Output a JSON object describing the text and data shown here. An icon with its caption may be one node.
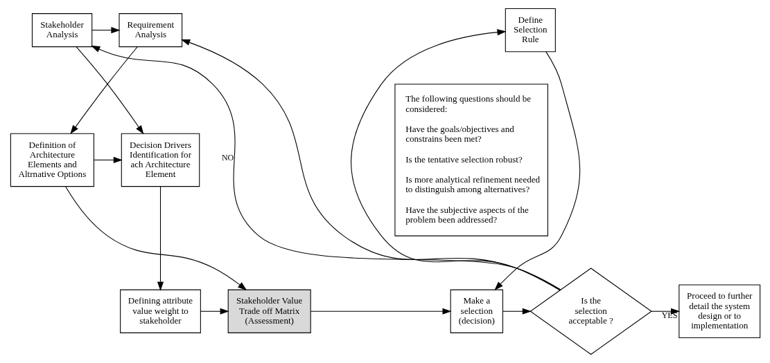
{
  "diagram": {
    "nodes": [
      {
        "text": [
          "Stakeholder Analysis"
        ]
      },
      {
        "text": [
          "Requirement Analysis"
        ]
      },
      {
        "text": [
          "Define Selection Rule"
        ]
      },
      {
        "text": [
          "Decision Drivers Identification for ach Architecture Element"
        ]
      },
      {
        "text": [
          "Definition of Architecture Elements and Altrnative Options"
        ]
      },
      {
        "text": [
          "Defining attribute value weight to stakeholder"
        ]
      },
      {
        "text": [
          "Stakeholder Value Trade off Matrix (Assessment)"
        ]
      },
      {
        "text": [
          "Make a selection (decision)"
        ]
      },
      {
        "text": [
          "Is the selection acceptable ?"
        ]
      },
      {
        "text": [
          "Proceed to further detail the system design or to implementation"
        ]
      },
      {
        "text": [
          "The following questions should be considered:",
          "Have the goals/objectives and constrains been met?",
          "Is the tentative selection robust?",
          "Is more analytical refinement needed to distinguish among alternatives?",
          "Have the subjective aspects of the problem been addressed?"
        ]
      }
    ],
    "edges": [
      {
        "from": 0,
        "to": 1,
        "arrow": "to"
      },
      {
        "from": 0,
        "to": 3,
        "arrow": "to"
      },
      {
        "from": 1,
        "to": 4,
        "arrow": "to"
      },
      {
        "from": 4,
        "to": 3,
        "arrow": "to"
      },
      {
        "from": 3,
        "to": 5,
        "arrow": "to"
      },
      {
        "from": 4,
        "to": 6,
        "arrow": "to"
      },
      {
        "from": 5,
        "to": 6,
        "arrow": "to"
      },
      {
        "from": 6,
        "to": 7,
        "arrow": "to"
      },
      {
        "from": 2,
        "to": 7,
        "arrow": "to"
      },
      {
        "from": 7,
        "to": 8,
        "arrow": "to"
      },
      {
        "from": 8,
        "to": 9,
        "arrow": "to",
        "label": "YES"
      },
      {
        "from": 8,
        "to": 0,
        "arrow": "to",
        "label": "NO"
      },
      {
        "from": 8,
        "to": 1,
        "arrow": "to"
      },
      {
        "from": 8,
        "to": 2,
        "arrow": "to"
      }
    ]
  }
}
